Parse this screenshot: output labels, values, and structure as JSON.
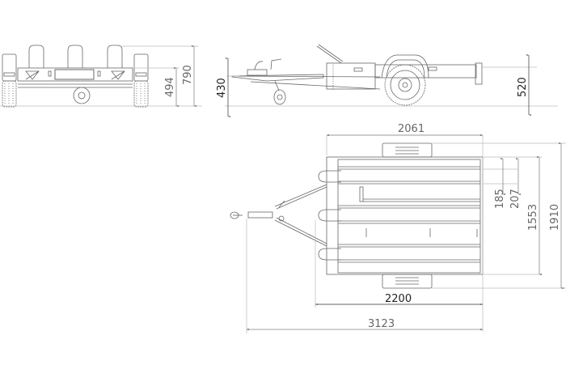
{
  "drawing": {
    "type": "Trailer technical drawing (front, side, top views)",
    "colors": {
      "line": "#555555",
      "light_line": "#bbbbbb",
      "dim_gray": "#666666",
      "dim_dark": "#222222",
      "background": "#ffffff"
    },
    "views": {
      "front": {
        "label": "front-view",
        "dimensions": {
          "deck_height": "494",
          "overall_height": "790"
        }
      },
      "side": {
        "label": "side-view",
        "dimensions": {
          "drawbar_height": "430",
          "frame_height": "520"
        }
      },
      "top": {
        "label": "top-view",
        "dimensions": {
          "body_length": "2061",
          "deck_length": "2200",
          "overall_length": "3123",
          "rail_spacing_inner": "185",
          "rail_spacing_outer": "207",
          "deck_width": "1553",
          "overall_width": "1910"
        }
      }
    }
  }
}
